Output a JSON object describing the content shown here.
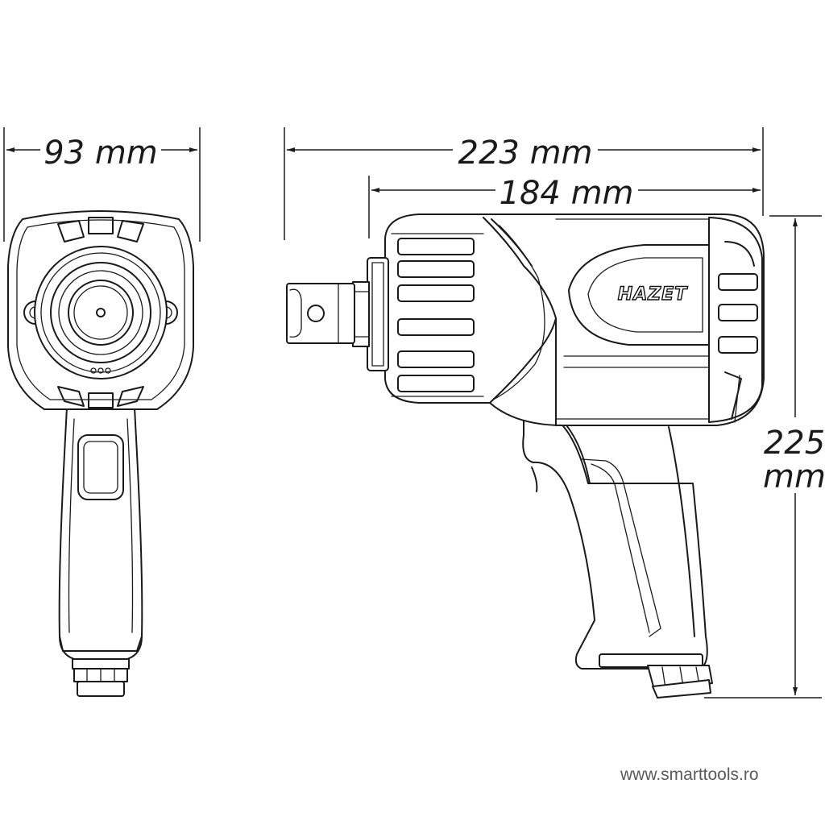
{
  "dimensions": {
    "width_front": "93 mm",
    "total_length": "223 mm",
    "body_length": "184 mm",
    "height_value": "225",
    "height_unit": "mm"
  },
  "brand": "HAZET",
  "watermark": "www.smarttools.ro"
}
